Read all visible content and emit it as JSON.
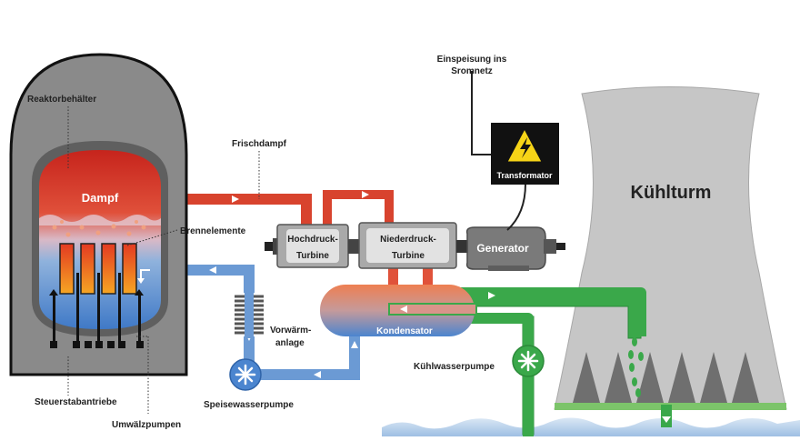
{
  "labels": {
    "reactor_vessel": "Reaktorbehälter",
    "steam_dome": "Dampf",
    "fuel_elements": "Brennelemente",
    "control_rod_drives": "Steuerstabantriebe",
    "recirc_pumps": "Umwälzpumpen",
    "live_steam": "Frischdampf",
    "hp_turbine_line1": "Hochdruck-",
    "hp_turbine_line2": "Turbine",
    "lp_turbine_line1": "Niederdruck-",
    "lp_turbine_line2": "Turbine",
    "generator": "Generator",
    "transformer": "Transformator",
    "grid_feed_line1": "Einspeisung ins",
    "grid_feed_line2": "Sromnetz",
    "preheater_line1": "Vorwärm-",
    "preheater_line2": "anlage",
    "feedwater_pump": "Speisewasserpumpe",
    "condenser": "Kondensator",
    "cooling_water_pump": "Kühlwasserpumpe",
    "cooling_tower": "Kühlturm"
  },
  "colors": {
    "steam_red": "#d8432e",
    "water_blue": "#5b8fcd",
    "cooling_green": "#3aa84a",
    "concrete_gray": "#8a8a8a",
    "turbine_gray": "#a9a9a9",
    "tower_gray": "#c6c6c6"
  },
  "icons": [
    "warning-high-voltage-icon",
    "pump-fan-icon"
  ]
}
